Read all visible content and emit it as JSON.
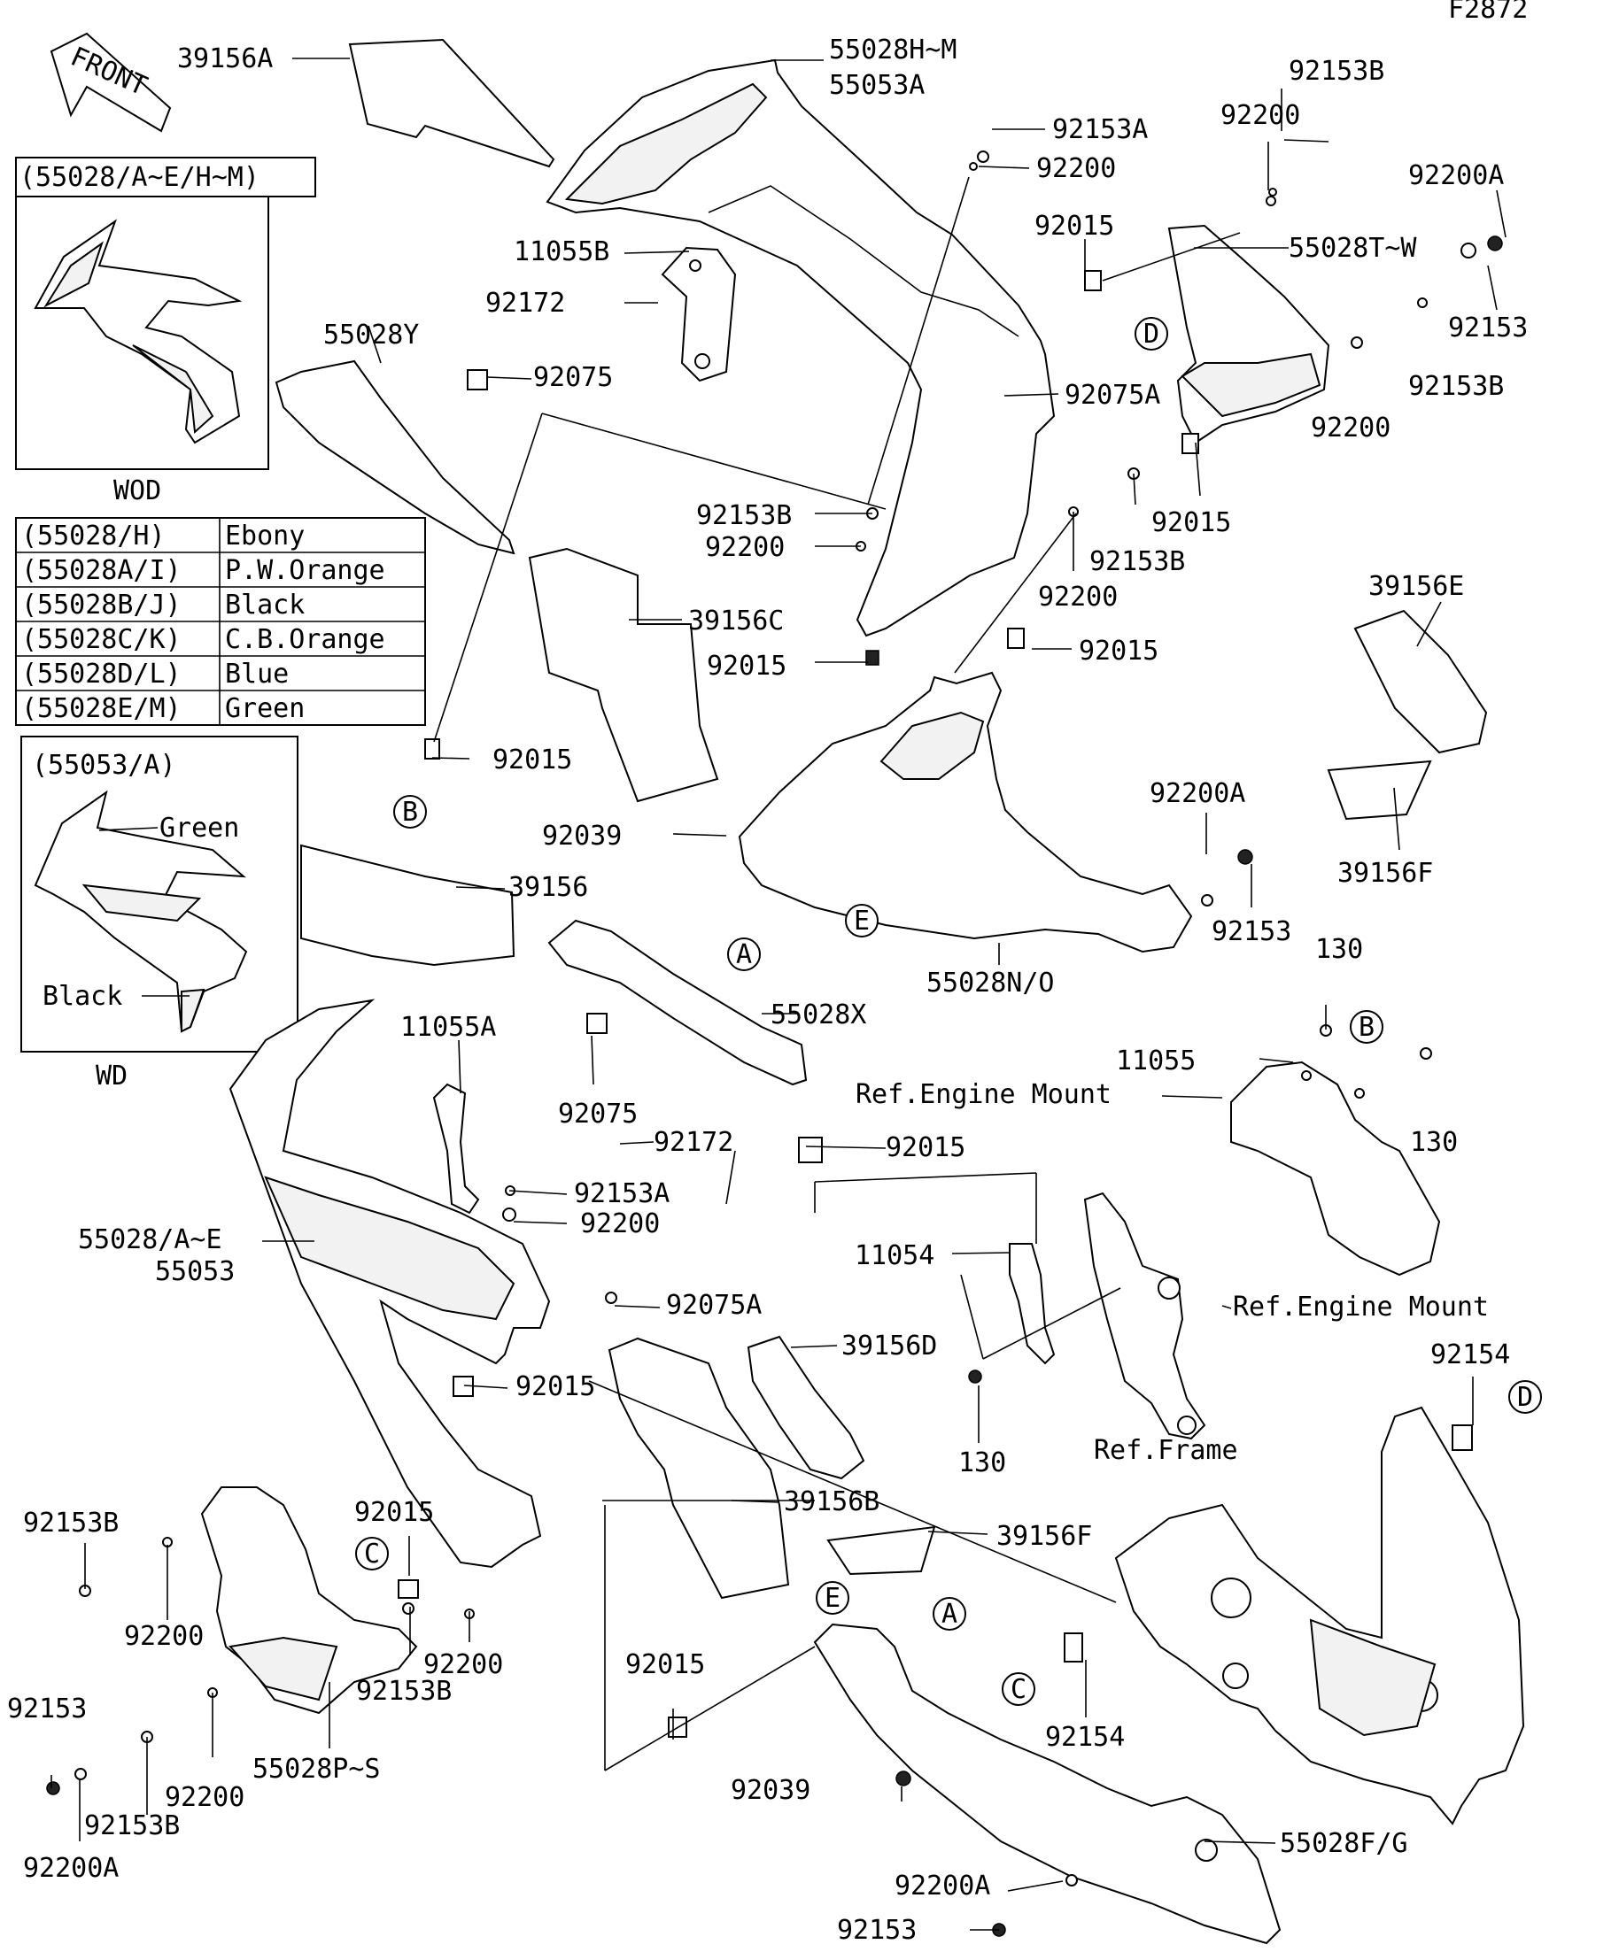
{
  "figure_id": "F2872",
  "front_label": "FRONT",
  "callouts": {
    "p39156A": "39156A",
    "p55028HM": "55028H~M",
    "p55053A": "55053A",
    "p92153B_a": "92153B",
    "p92153A_a": "92153A",
    "p92200_a": "92200",
    "p92200_b": "92200",
    "p92200A_a": "92200A",
    "p92015_a": "92015",
    "p11055B": "11055B",
    "p55028TW": "55028T~W",
    "p92172_a": "92172",
    "p92153_a": "92153",
    "p55028Y": "55028Y",
    "p92075_a": "92075",
    "p92075A_a": "92075A",
    "p92153B_b": "92153B",
    "p92200_c": "92200",
    "p92015_b": "92015",
    "p92153B_c": "92153B",
    "p92153B_d": "92153B",
    "p92200_d": "92200",
    "p92200_e": "92200",
    "p39156E": "39156E",
    "p39156C": "39156C",
    "p92015_c": "92015",
    "p92015_d": "92015",
    "p92015_e": "92015",
    "p92039_a": "92039",
    "p92200A_b": "92200A",
    "p39156F_a": "39156F",
    "p39156": "39156",
    "p92153_b": "92153",
    "p55028NO": "55028N/O",
    "p130_a": "130",
    "p55028X": "55028X",
    "p11055A": "11055A",
    "p11055": "11055",
    "p92075_b": "92075",
    "p92172_b": "92172",
    "p92015_f": "92015",
    "p130_b": "130",
    "p92153A_b": "92153A",
    "p92200_f": "92200",
    "p55028AE": "55028/A~E",
    "p55053": "55053",
    "p11054": "11054",
    "p92075A_b": "92075A",
    "p39156D": "39156D",
    "p92015_g": "92015",
    "p92154_a": "92154",
    "p130_c": "130",
    "p39156B": "39156B",
    "p92015_h": "92015",
    "p92153B_e": "92153B",
    "p39156F_b": "39156F",
    "p92200_g": "92200",
    "p92200_h": "92200",
    "p92153B_f": "92153B",
    "p92015_i": "92015",
    "p92154_b": "92154",
    "p92153_c": "92153",
    "p92200_i": "92200",
    "p55028PS": "55028P~S",
    "p92153B_g": "92153B",
    "p92200A_c": "92200A",
    "p92039_b": "92039",
    "p55028FG": "55028F/G",
    "p92200A_d": "92200A",
    "p92153_d": "92153"
  },
  "refs": {
    "engine_mount_1": "Ref.Engine Mount",
    "engine_mount_2": "Ref.Engine Mount",
    "frame": "Ref.Frame"
  },
  "circle_markers": {
    "B1": "B",
    "B2": "B",
    "D1": "D",
    "D2": "D",
    "A1": "A",
    "A2": "A",
    "E1": "E",
    "E2": "E",
    "C1": "C",
    "C2": "C"
  },
  "inset_wod": {
    "header": "(55028/A~E/H~M)",
    "caption": "WOD"
  },
  "inset_wd": {
    "header": "(55053/A)",
    "green_label": "Green",
    "black_label": "Black",
    "caption": "WD"
  },
  "color_table": [
    {
      "code": "(55028/H)",
      "color": "Ebony"
    },
    {
      "code": "(55028A/I)",
      "color": "P.W.Orange"
    },
    {
      "code": "(55028B/J)",
      "color": "Black"
    },
    {
      "code": "(55028C/K)",
      "color": "C.B.Orange"
    },
    {
      "code": "(55028D/L)",
      "color": "Blue"
    },
    {
      "code": "(55028E/M)",
      "color": "Green"
    }
  ]
}
